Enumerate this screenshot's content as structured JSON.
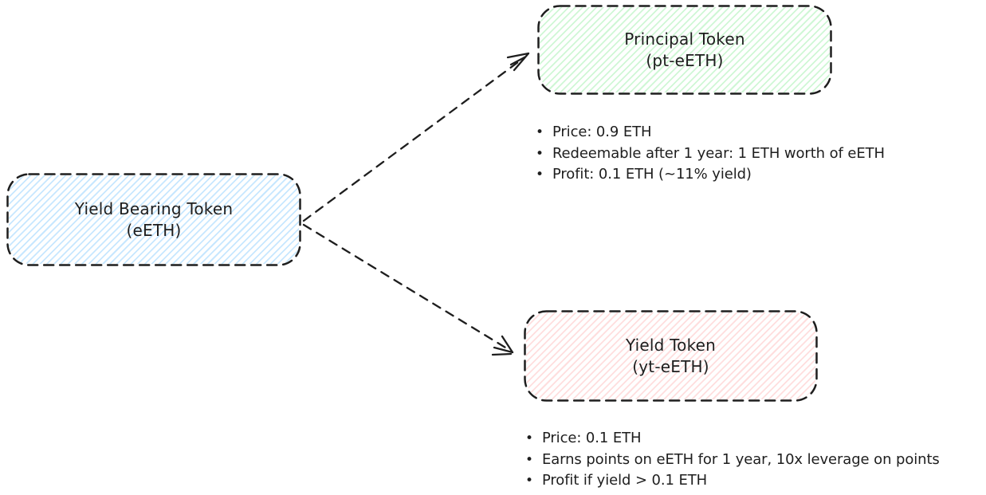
{
  "diagram": {
    "background": "#ffffff",
    "stroke_color": "#1e1e1e",
    "bullet_char": "•",
    "source_node": {
      "title": "Yield Bearing Token",
      "subtitle": "(eETH)",
      "fill_color": "#a5d8ff"
    },
    "principal_node": {
      "title": "Principal Token",
      "subtitle": "(pt-eETH)",
      "fill_color": "#b2f2bb",
      "bullets": [
        "Price: 0.9 ETH",
        "Redeemable after 1 year: 1 ETH worth of eETH",
        "Profit: 0.1 ETH (~11% yield)"
      ]
    },
    "yield_node": {
      "title": "Yield Token",
      "subtitle": "(yt-eETH)",
      "fill_color": "#ffc9c9",
      "bullets": [
        "Price: 0.1 ETH",
        "Earns points on eETH for 1 year, 10x leverage on points",
        "Profit if yield > 0.1 ETH"
      ]
    },
    "edges": [
      {
        "from": "Yield Bearing Token (eETH)",
        "to": "Principal Token (pt-eETH)",
        "style": "dashed-arrow"
      },
      {
        "from": "Yield Bearing Token (eETH)",
        "to": "Yield Token (yt-eETH)",
        "style": "dashed-arrow"
      }
    ]
  }
}
